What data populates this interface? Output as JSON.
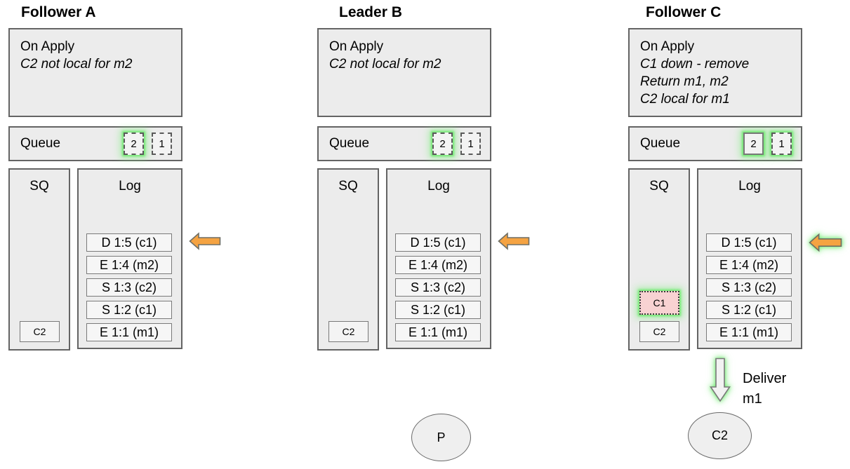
{
  "nodes": [
    {
      "title": "Follower A",
      "on_apply": {
        "label": "On Apply",
        "lines": [
          "C2 not local for m2"
        ]
      },
      "queue": {
        "label": "Queue",
        "items": [
          {
            "value": "2",
            "glow": true
          },
          {
            "value": "1",
            "glow": false
          }
        ]
      },
      "sq": {
        "label": "SQ",
        "items": [
          "C2"
        ]
      },
      "log": {
        "label": "Log",
        "entries": [
          "D 1:5 (c1)",
          "E 1:4 (m2)",
          "S 1:3 (c2)",
          "S 1:2 (c1)",
          "E 1:1 (m1)"
        ]
      },
      "arrow": {
        "glow": false
      }
    },
    {
      "title": "Leader B",
      "on_apply": {
        "label": "On Apply",
        "lines": [
          "C2 not local for m2"
        ]
      },
      "queue": {
        "label": "Queue",
        "items": [
          {
            "value": "2",
            "glow": true
          },
          {
            "value": "1",
            "glow": false
          }
        ]
      },
      "sq": {
        "label": "SQ",
        "items": [
          "C2"
        ]
      },
      "log": {
        "label": "Log",
        "entries": [
          "D 1:5 (c1)",
          "E 1:4 (m2)",
          "S 1:3 (c2)",
          "S 1:2 (c1)",
          "E 1:1 (m1)"
        ]
      },
      "arrow": {
        "glow": false
      },
      "bottom": {
        "actor": "P"
      }
    },
    {
      "title": "Follower C",
      "on_apply": {
        "label": "On Apply",
        "lines": [
          "C1 down - remove",
          "Return m1, m2",
          "C2 local for m1"
        ]
      },
      "queue": {
        "label": "Queue",
        "items": [
          {
            "value": "2",
            "glow": true
          },
          {
            "value": "1",
            "glow": true
          }
        ]
      },
      "sq": {
        "label": "SQ",
        "items": [
          "C1",
          "C2"
        ]
      },
      "log": {
        "label": "Log",
        "entries": [
          "D 1:5 (c1)",
          "E 1:4 (m2)",
          "S 1:3 (c2)",
          "S 1:2 (c1)",
          "E 1:1 (m1)"
        ]
      },
      "arrow": {
        "glow": true
      },
      "bottom": {
        "deliver_line1": "Deliver",
        "deliver_line2": "m1",
        "actor": "C2"
      }
    }
  ],
  "colors": {
    "box_fill": "#ececec",
    "box_border": "#646464",
    "arrow_orange": "#f5a342",
    "glow_green": "#6ee86e",
    "removed_item_pink": "#f8d2d2",
    "background": "#ffffff"
  }
}
